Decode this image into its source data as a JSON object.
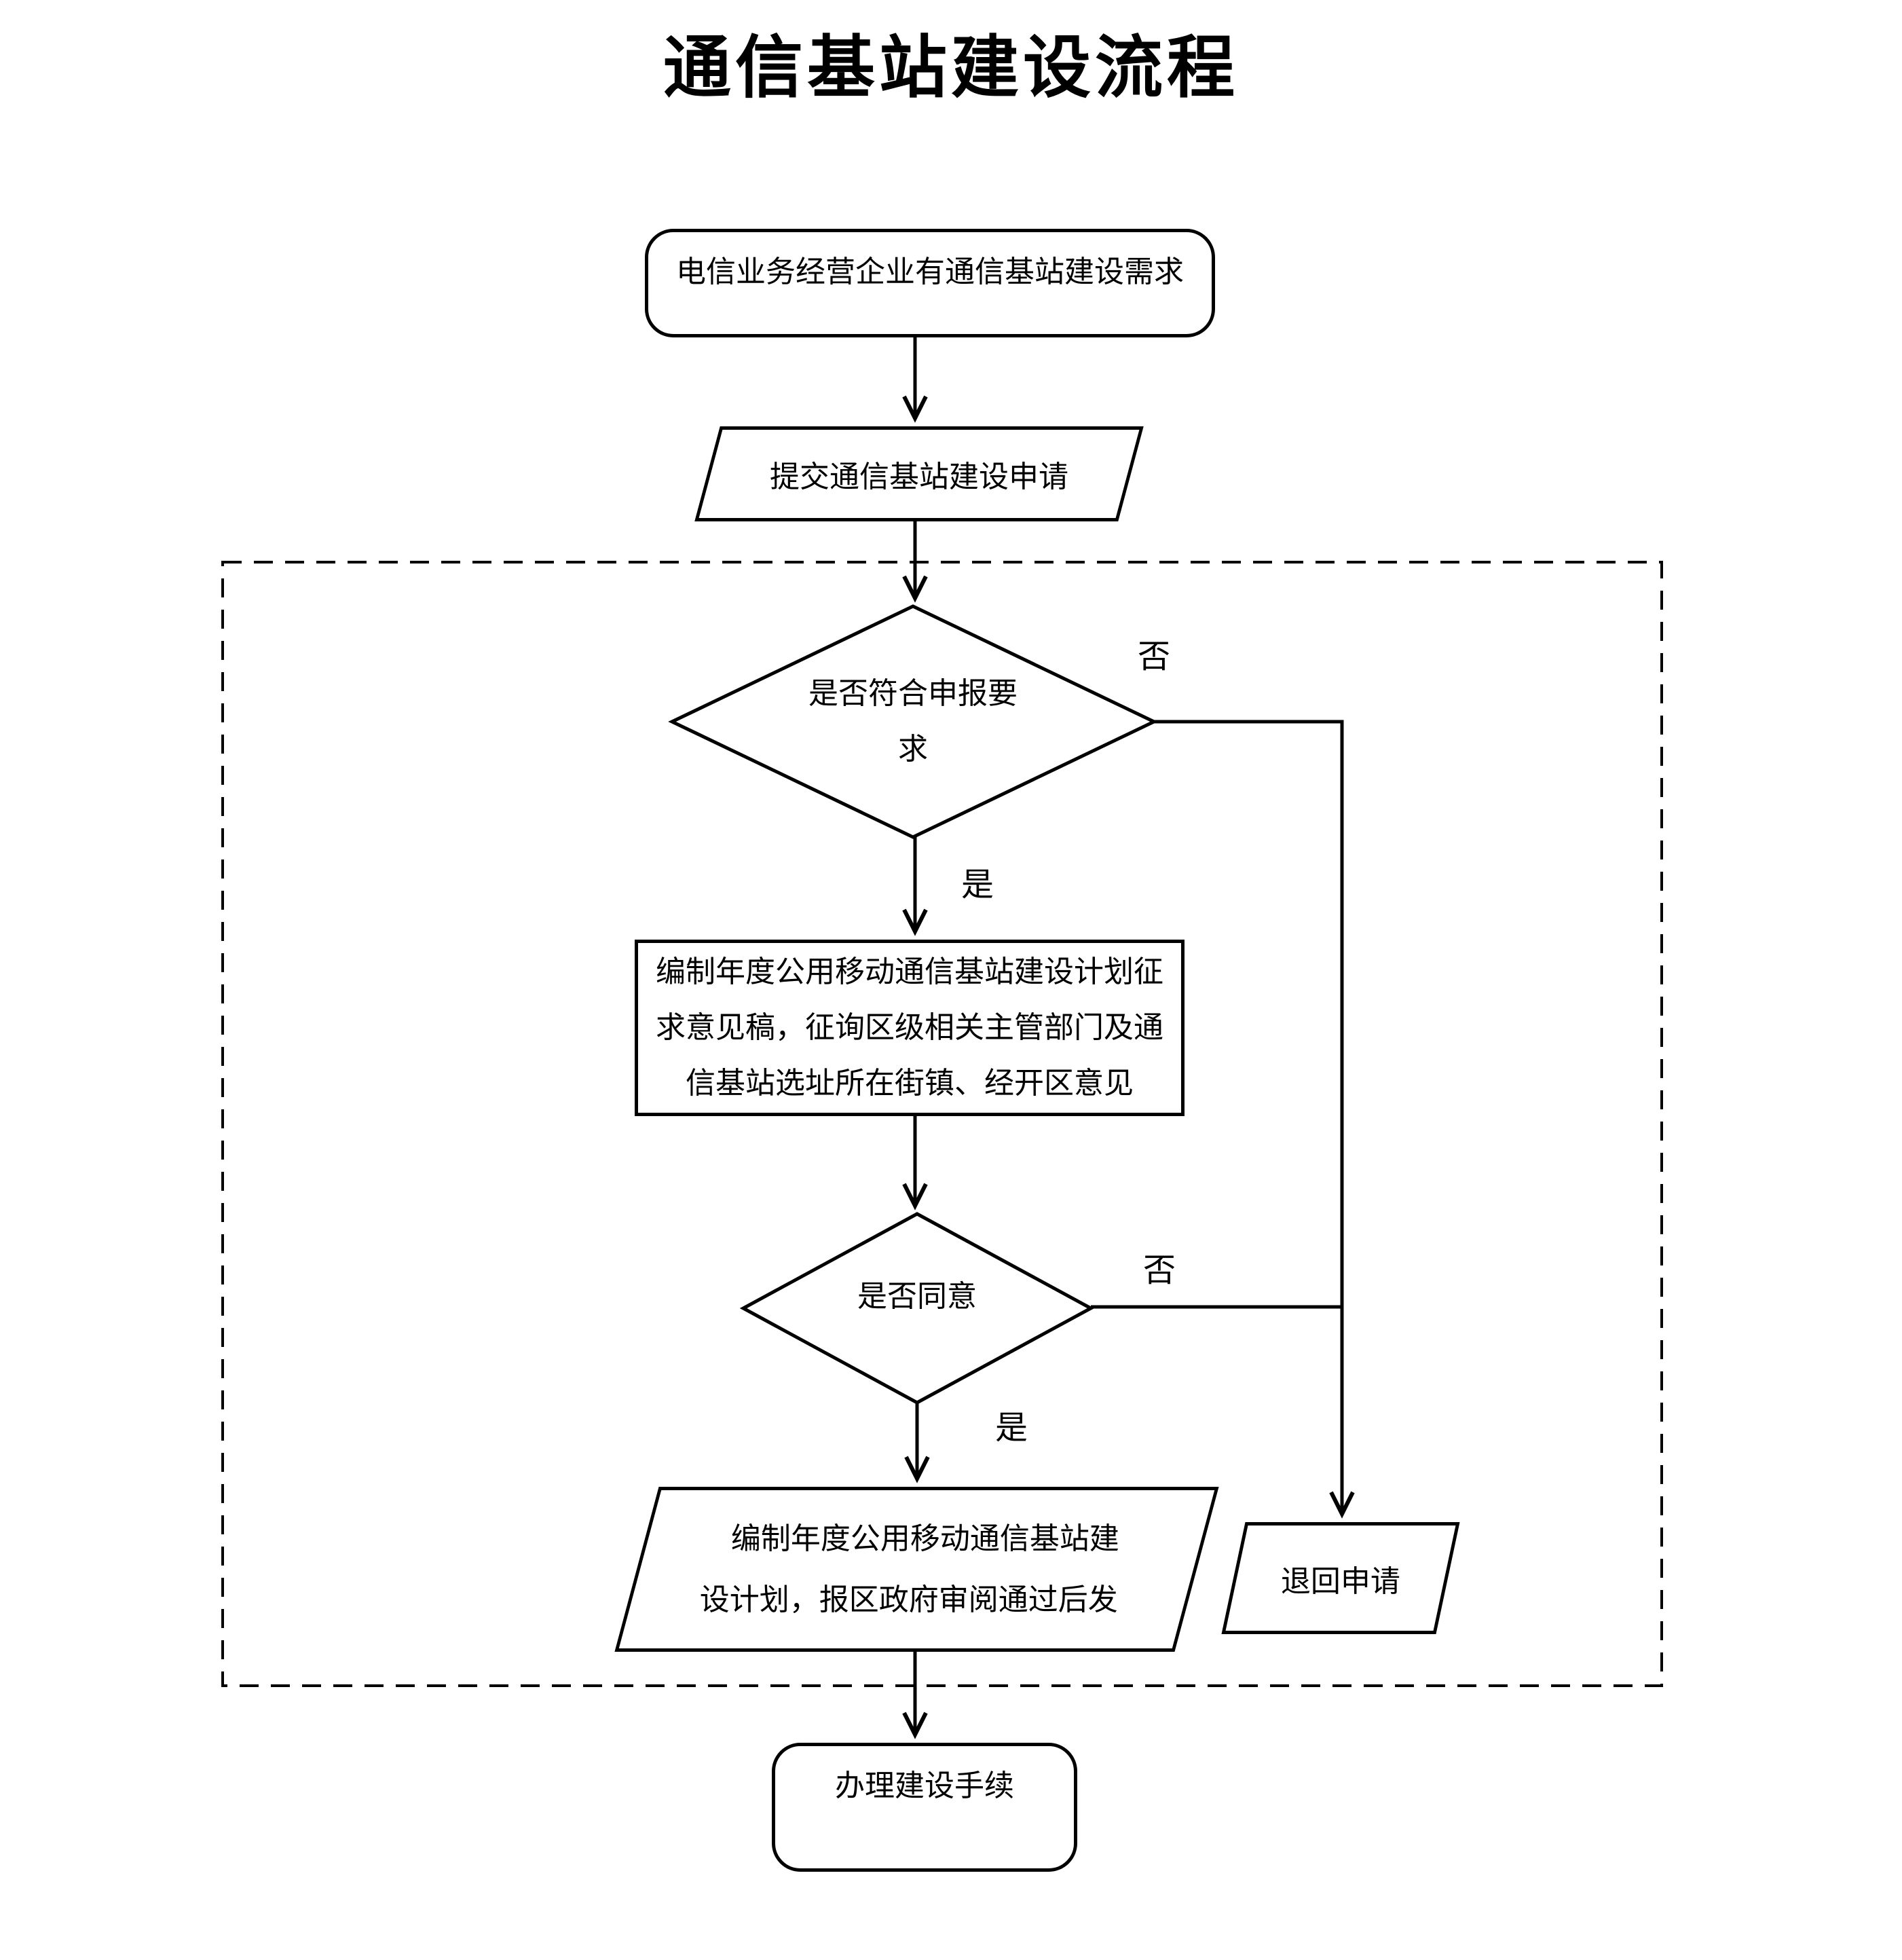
{
  "title": "通信基站建设流程",
  "colors": {
    "line": "#000000",
    "background": "#ffffff",
    "text": "#000000"
  },
  "flowchart": {
    "start": {
      "label": "电信业务经营企业有通信基站建设需求"
    },
    "submit": {
      "label": "提交通信基站建设申请"
    },
    "decision1": {
      "lines": [
        "是否符合申报要",
        "求"
      ]
    },
    "plan_draft": {
      "lines": [
        "编制年度公用移动通信基站建设计划征",
        "求意见稿，征询区级相关主管部门及通",
        "信基站选址所在街镇、经开区意见"
      ]
    },
    "decision2": {
      "label": "是否同意"
    },
    "plan_final": {
      "lines": [
        "编制年度公用移动通信基站建",
        "设计划，报区政府审阅通过后发"
      ]
    },
    "return_request": {
      "label": "退回申请"
    },
    "end": {
      "label": "办理建设手续"
    },
    "labels": {
      "yes1": "是",
      "no1": "否",
      "yes2": "是",
      "no2": "否"
    }
  }
}
